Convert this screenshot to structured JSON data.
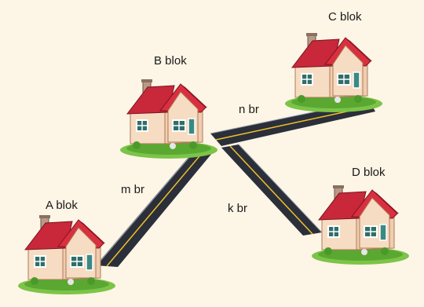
{
  "blocks": {
    "a": {
      "label": "A blok"
    },
    "b": {
      "label": "B blok"
    },
    "c": {
      "label": "C blok"
    },
    "d": {
      "label": "D blok"
    }
  },
  "roads": {
    "ab": {
      "label": "m br"
    },
    "bc": {
      "label": "n br"
    },
    "bd": {
      "label": "k br"
    }
  },
  "colors": {
    "background": "#fdf5e6",
    "roof": "#c8283a",
    "wall": "#f6dcc2",
    "road": "#2b2f3a",
    "road_line": "#f0c02a",
    "grass": "#6fbf3a"
  }
}
